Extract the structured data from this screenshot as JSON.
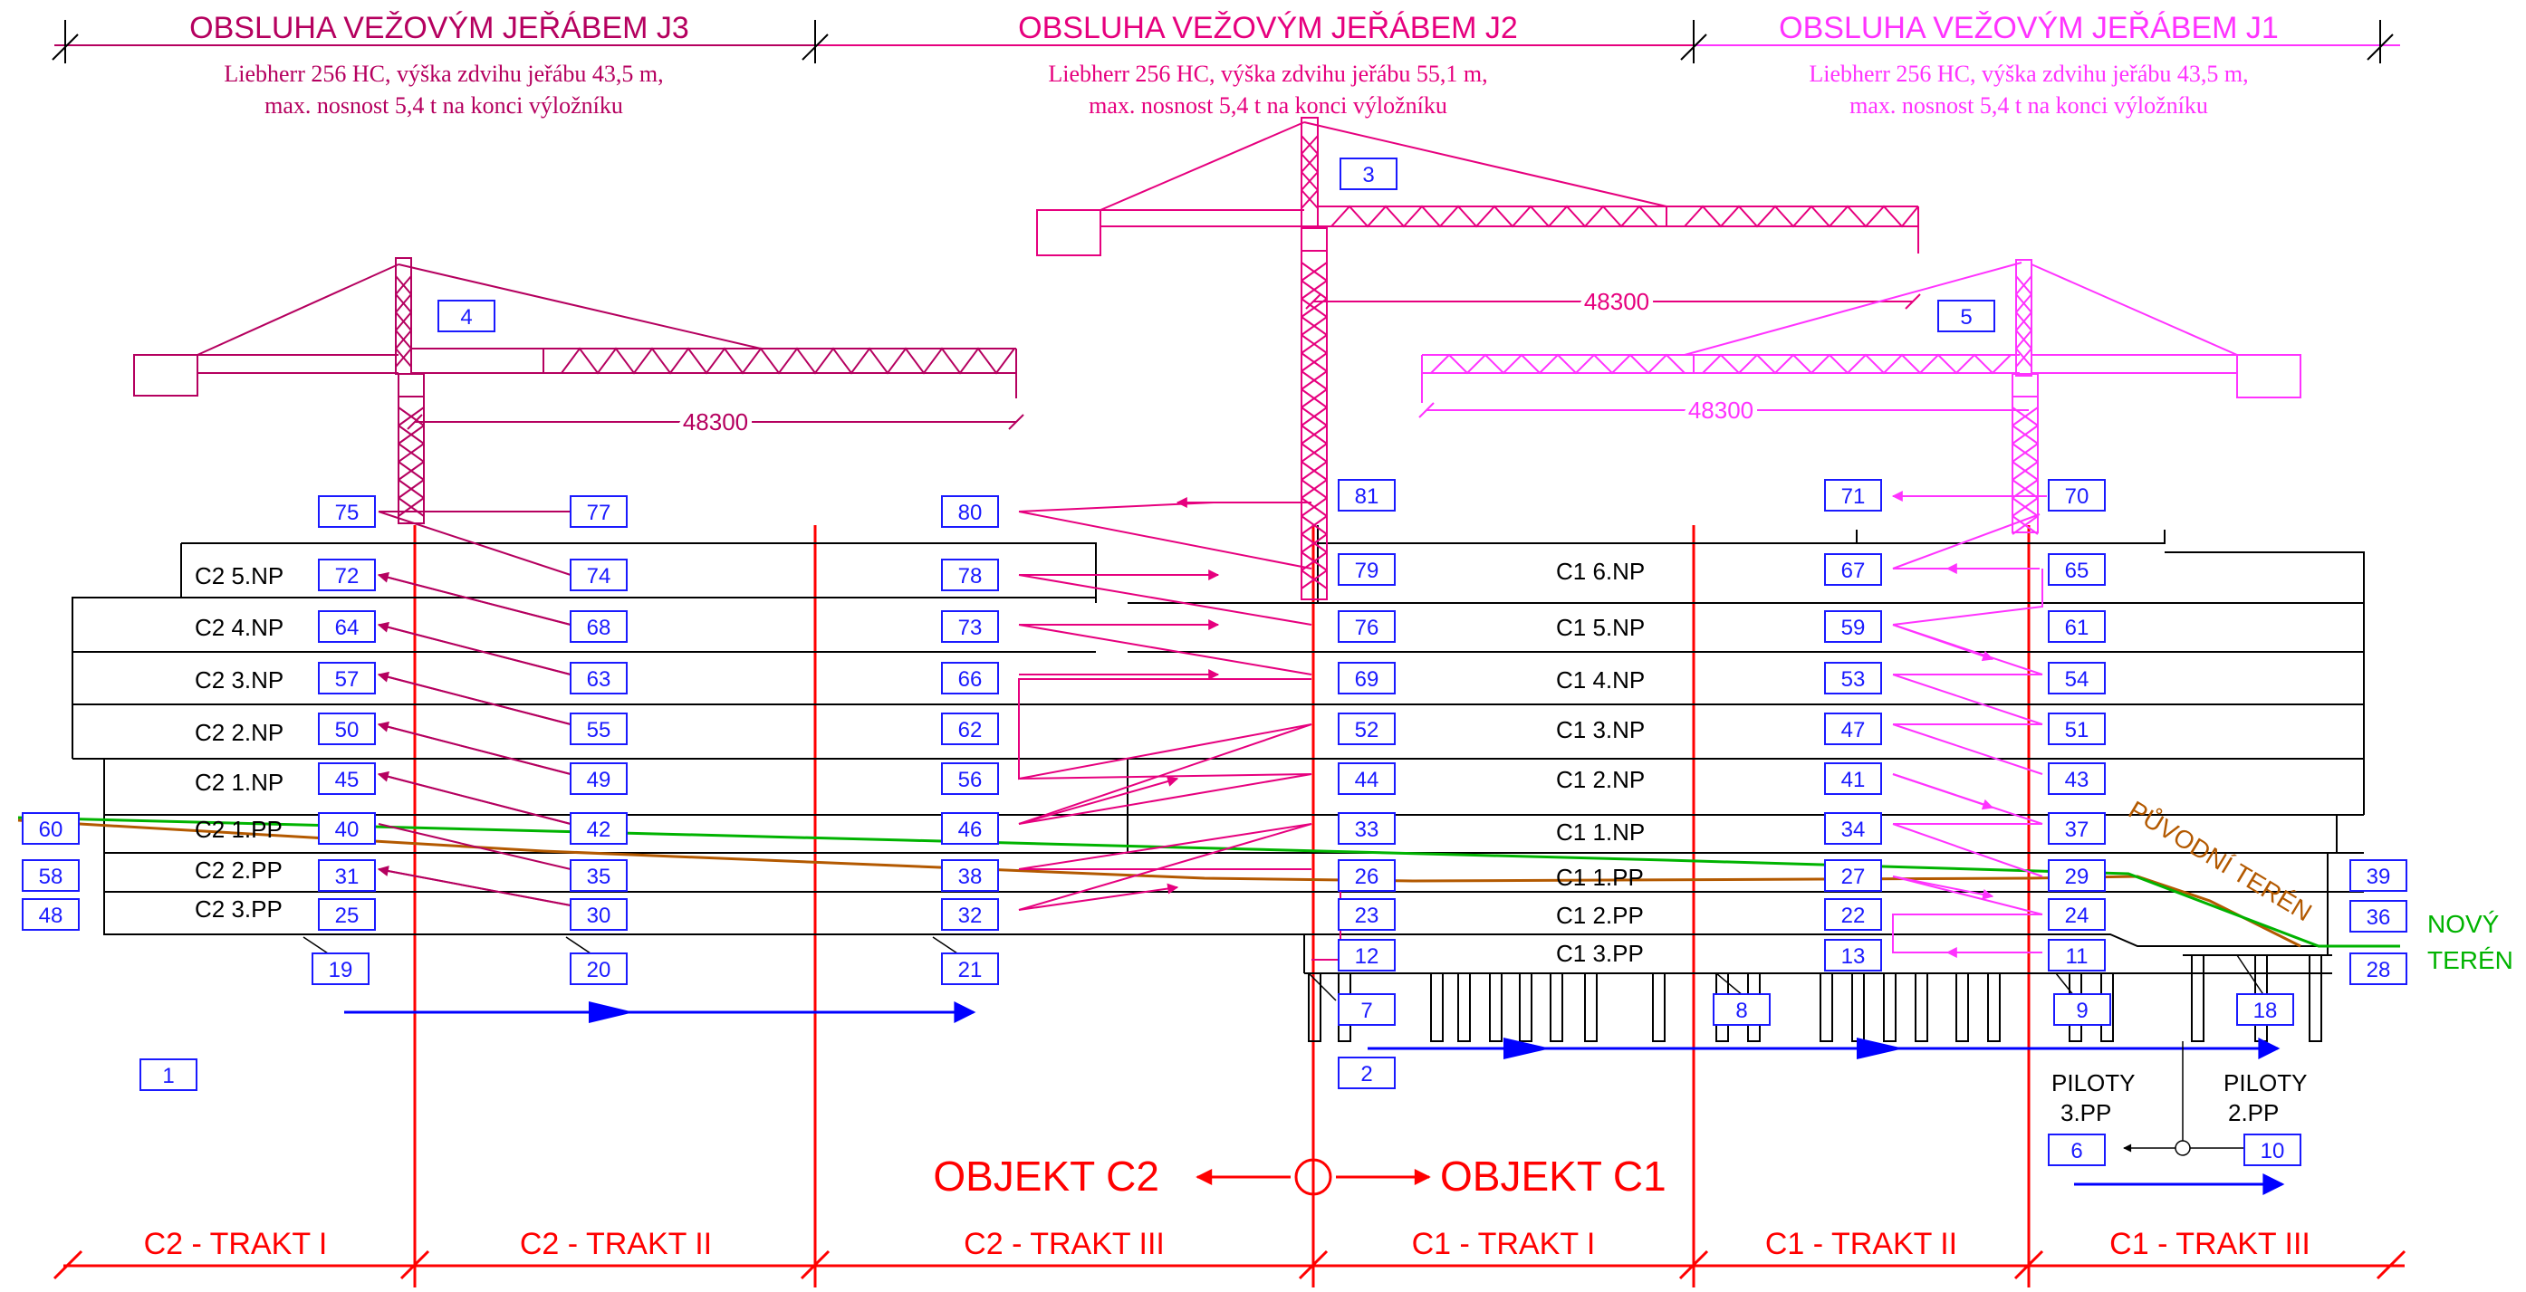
{
  "colors": {
    "crane_j3": "#b5005f",
    "crane_j2": "#e6007e",
    "crane_j1": "#ff33ff",
    "grid": "#ff0000",
    "label_box": "#1a1aff",
    "original_terrain": "#b35900",
    "new_terrain": "#00b300",
    "building": "#000000",
    "arrow_blue": "#0000ff"
  },
  "cranes": [
    {
      "id": "J3",
      "title": "OBSLUHA VEŽOVÝM JEŘÁBEM J3",
      "spec_line1": "Liebherr 256 HC, výška zdvihu jeřábu 43,5 m,",
      "spec_line2": "max. nosnost 5,4 t na konci výložníku",
      "reach_label": "48300",
      "number": "4"
    },
    {
      "id": "J2",
      "title": "OBSLUHA VEŽOVÝM JEŘÁBEM J2",
      "spec_line1": "Liebherr 256 HC, výška zdvihu jeřábu 55,1 m,",
      "spec_line2": "max. nosnost 5,4 t na konci výložníku",
      "reach_label": "48300",
      "number": "3"
    },
    {
      "id": "J1",
      "title": "OBSLUHA VEŽOVÝM JEŘÁBEM J1",
      "spec_line1": "Liebherr 256 HC, výška zdvihu jeřábu 43,5 m,",
      "spec_line2": "max. nosnost 5,4 t na konci výložníku",
      "reach_label": "48300",
      "number": "5"
    }
  ],
  "floors_c2": [
    "C2 5.NP",
    "C2 4.NP",
    "C2 3.NP",
    "C2 2.NP",
    "C2 1.NP",
    "C2 1.PP",
    "C2 2.PP",
    "C2 3.PP"
  ],
  "floors_c1": [
    "C1 6.NP",
    "C1 5.NP",
    "C1 4.NP",
    "C1 3.NP",
    "C1 2.NP",
    "C1 1.NP",
    "C1 1.PP",
    "C1 2.PP",
    "C1 3.PP"
  ],
  "sequence_numbers": [
    "1",
    "2",
    "6",
    "7",
    "8",
    "9",
    "10",
    "11",
    "12",
    "13",
    "18",
    "19",
    "20",
    "21",
    "22",
    "23",
    "24",
    "25",
    "26",
    "27",
    "28",
    "29",
    "30",
    "31",
    "32",
    "33",
    "34",
    "35",
    "36",
    "37",
    "38",
    "39",
    "40",
    "41",
    "42",
    "43",
    "44",
    "45",
    "46",
    "47",
    "48",
    "49",
    "50",
    "51",
    "52",
    "53",
    "54",
    "55",
    "56",
    "57",
    "58",
    "59",
    "60",
    "61",
    "62",
    "63",
    "64",
    "65",
    "66",
    "67",
    "68",
    "69",
    "70",
    "71",
    "72",
    "73",
    "74",
    "75",
    "76",
    "77",
    "78",
    "79",
    "80",
    "81"
  ],
  "terrain": {
    "original": "PŮVODNÍ TERÉN",
    "new_line1": "NOVÝ",
    "new_line2": "TERÉN"
  },
  "piles": {
    "left_line1": "PILOTY",
    "left_line2": "3.PP",
    "right_line1": "PILOTY",
    "right_line2": "2.PP"
  },
  "objects": {
    "left": "OBJEKT C2",
    "right": "OBJEKT C1"
  },
  "tracts": [
    "C2 - TRAKT I",
    "C2 - TRAKT II",
    "C2 - TRAKT III",
    "C1 - TRAKT I",
    "C1 - TRAKT II",
    "C1 - TRAKT III"
  ]
}
